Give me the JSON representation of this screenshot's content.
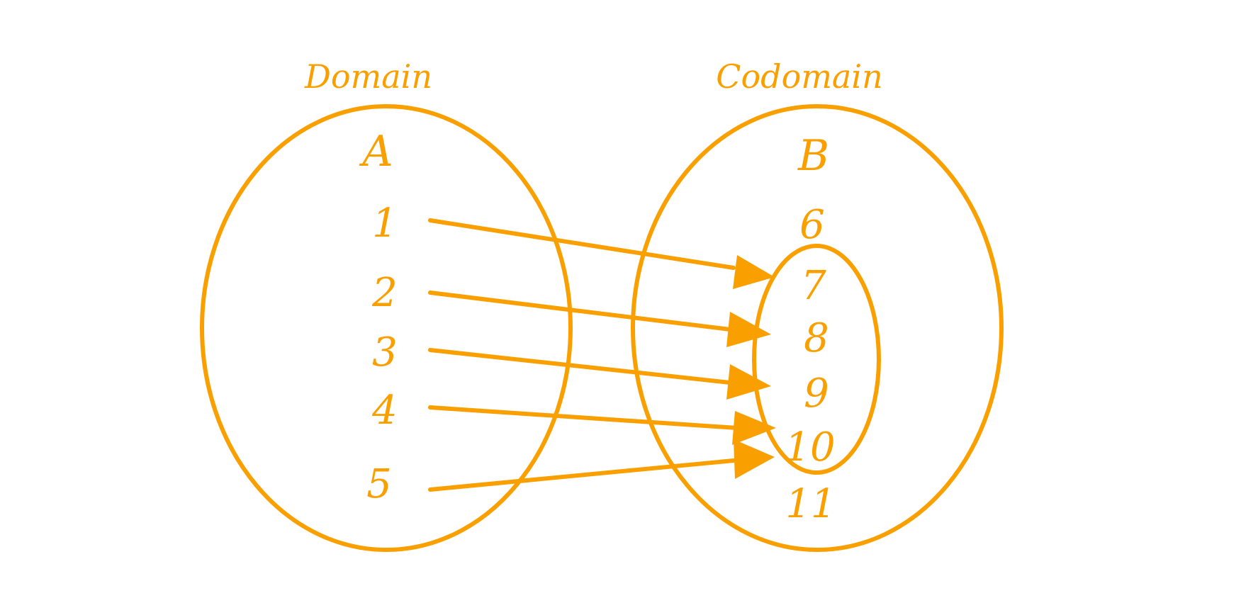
{
  "colors": {
    "ink": "#F9A000",
    "background": "#ffffff"
  },
  "domain": {
    "title": "Domain",
    "set_name": "A",
    "elements": [
      "1",
      "2",
      "3",
      "4",
      "5"
    ]
  },
  "codomain": {
    "title": "Codomain",
    "set_name": "B",
    "elements": [
      "6",
      "7",
      "8",
      "9",
      "10",
      "11"
    ]
  },
  "mapping": [
    {
      "from": "1",
      "to": "7"
    },
    {
      "from": "2",
      "to": "8"
    },
    {
      "from": "3",
      "to": "9"
    },
    {
      "from": "4",
      "to": "10"
    },
    {
      "from": "5",
      "to": "10"
    }
  ]
}
